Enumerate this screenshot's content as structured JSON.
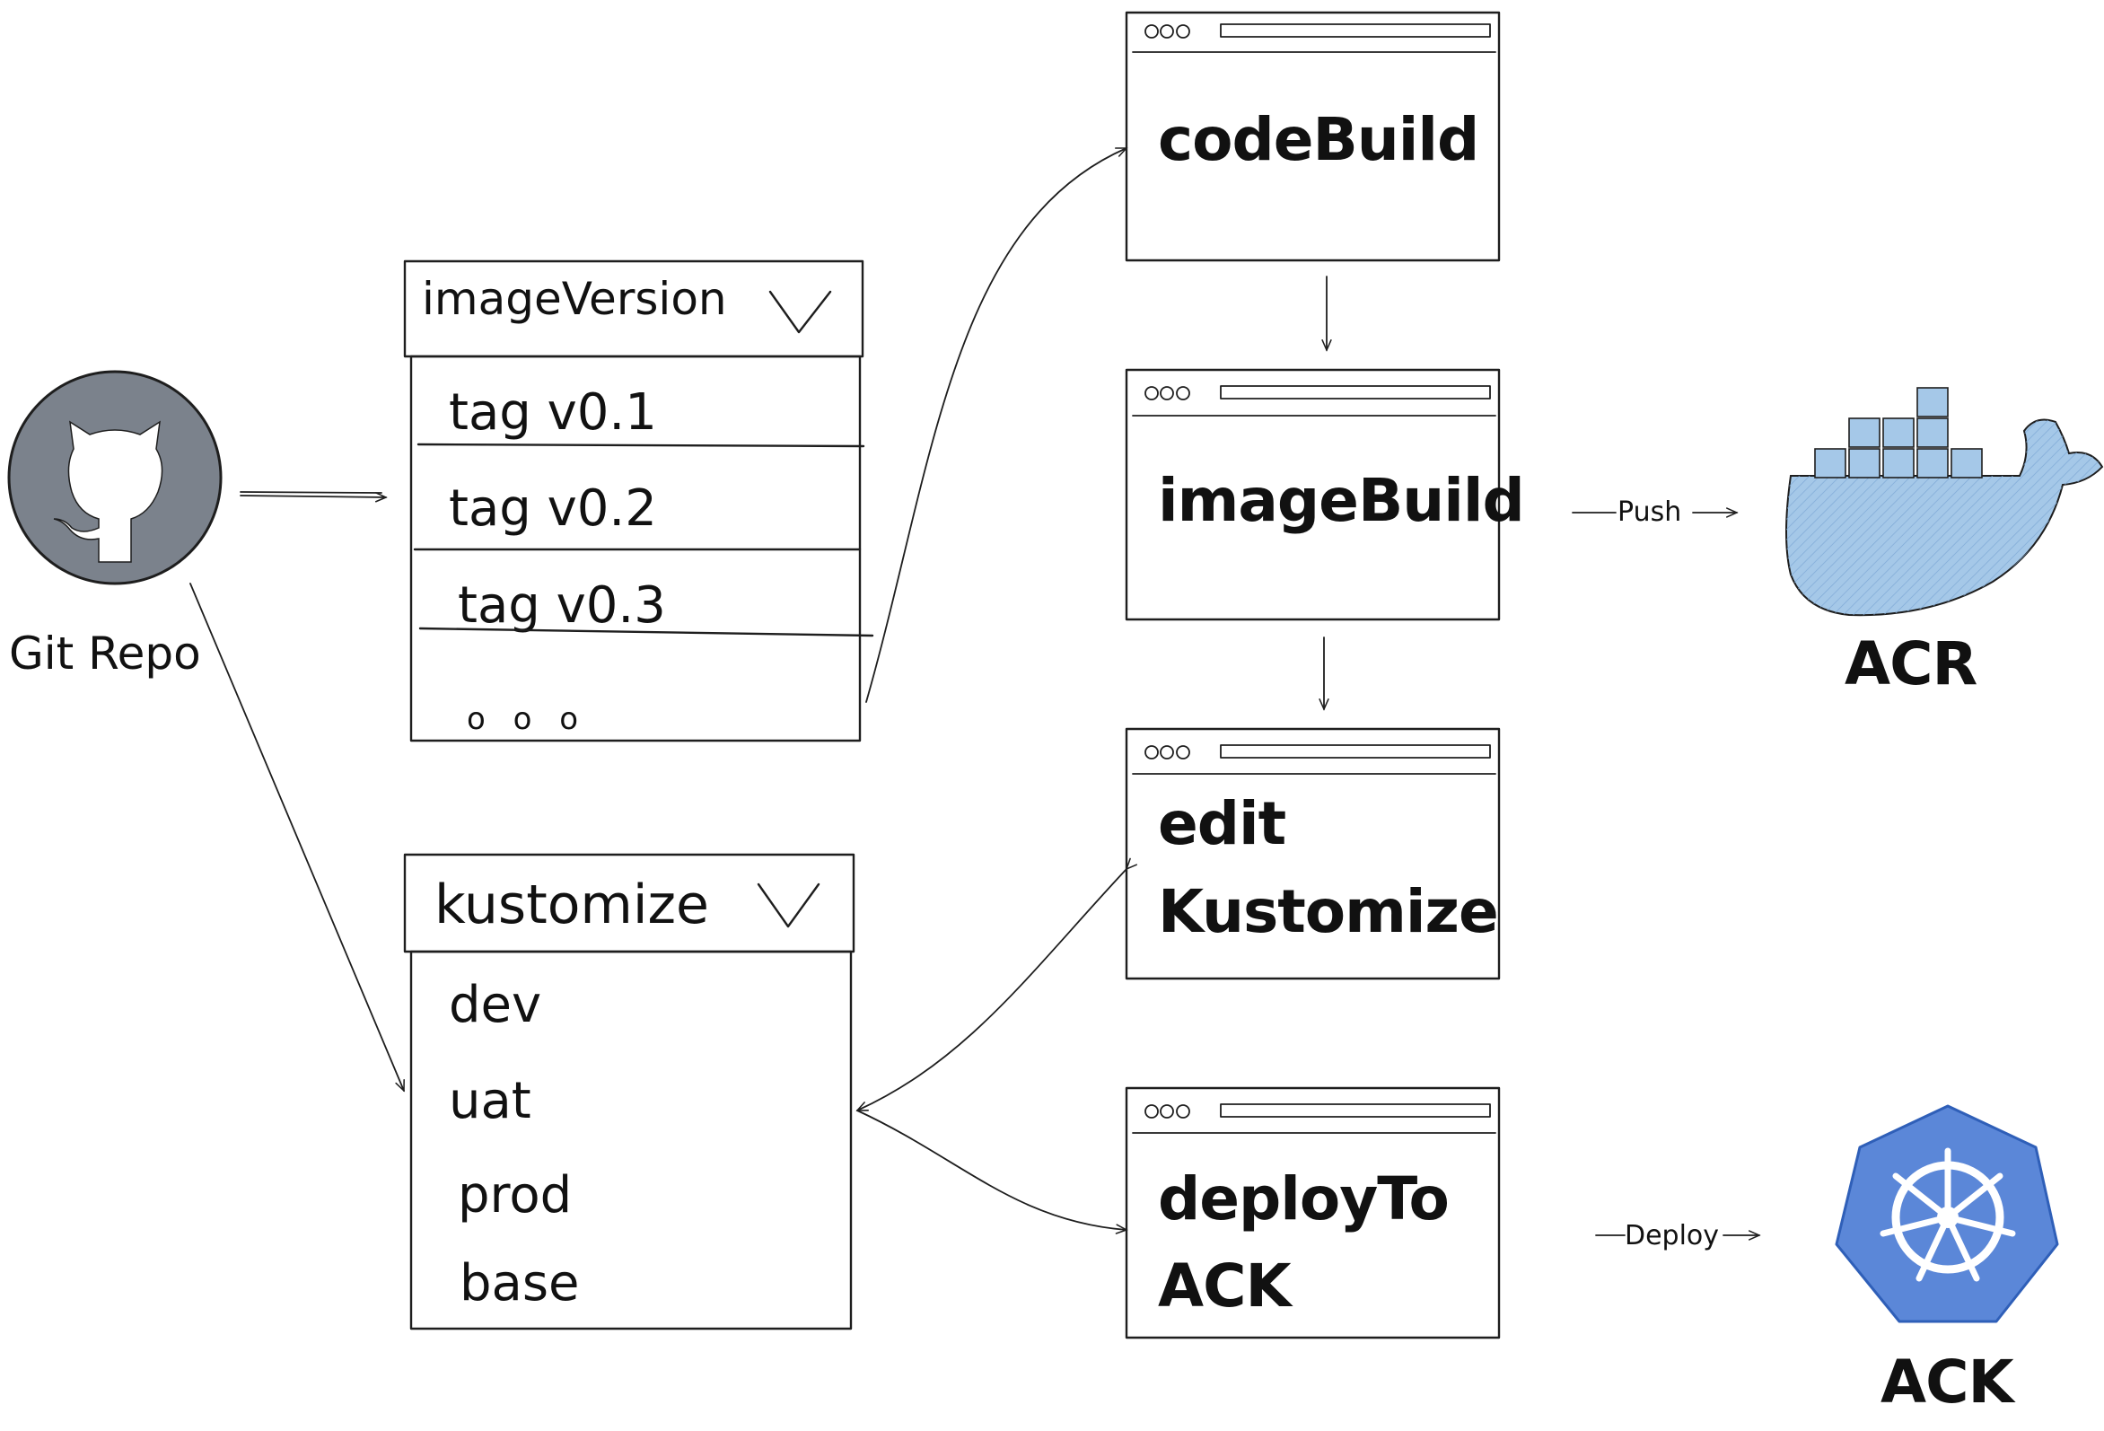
{
  "git": {
    "label": "Git Repo",
    "icon": "github-icon"
  },
  "image_version": {
    "header": "imageVersion",
    "items": [
      "tag v0.1",
      "tag v0.2",
      "tag v0.3"
    ],
    "more": "o  o  o"
  },
  "kustomize": {
    "header": "kustomize",
    "items": [
      "dev",
      "uat",
      "prod",
      "base"
    ]
  },
  "steps": {
    "code_build": "codeBuild",
    "image_build": "imageBuild",
    "edit_line1": "edit",
    "edit_line2": "Kustomize",
    "deploy_line1": "deployTo",
    "deploy_line2": "ACK"
  },
  "edges": {
    "push": "Push",
    "deploy": "Deploy"
  },
  "targets": {
    "acr": "ACR",
    "ack": "ACK"
  },
  "colors": {
    "github_gray": "#7b828c",
    "docker_blue": "#a5c8e8",
    "k8s_blue": "#5b87d8",
    "ink": "#1e1e1e"
  }
}
